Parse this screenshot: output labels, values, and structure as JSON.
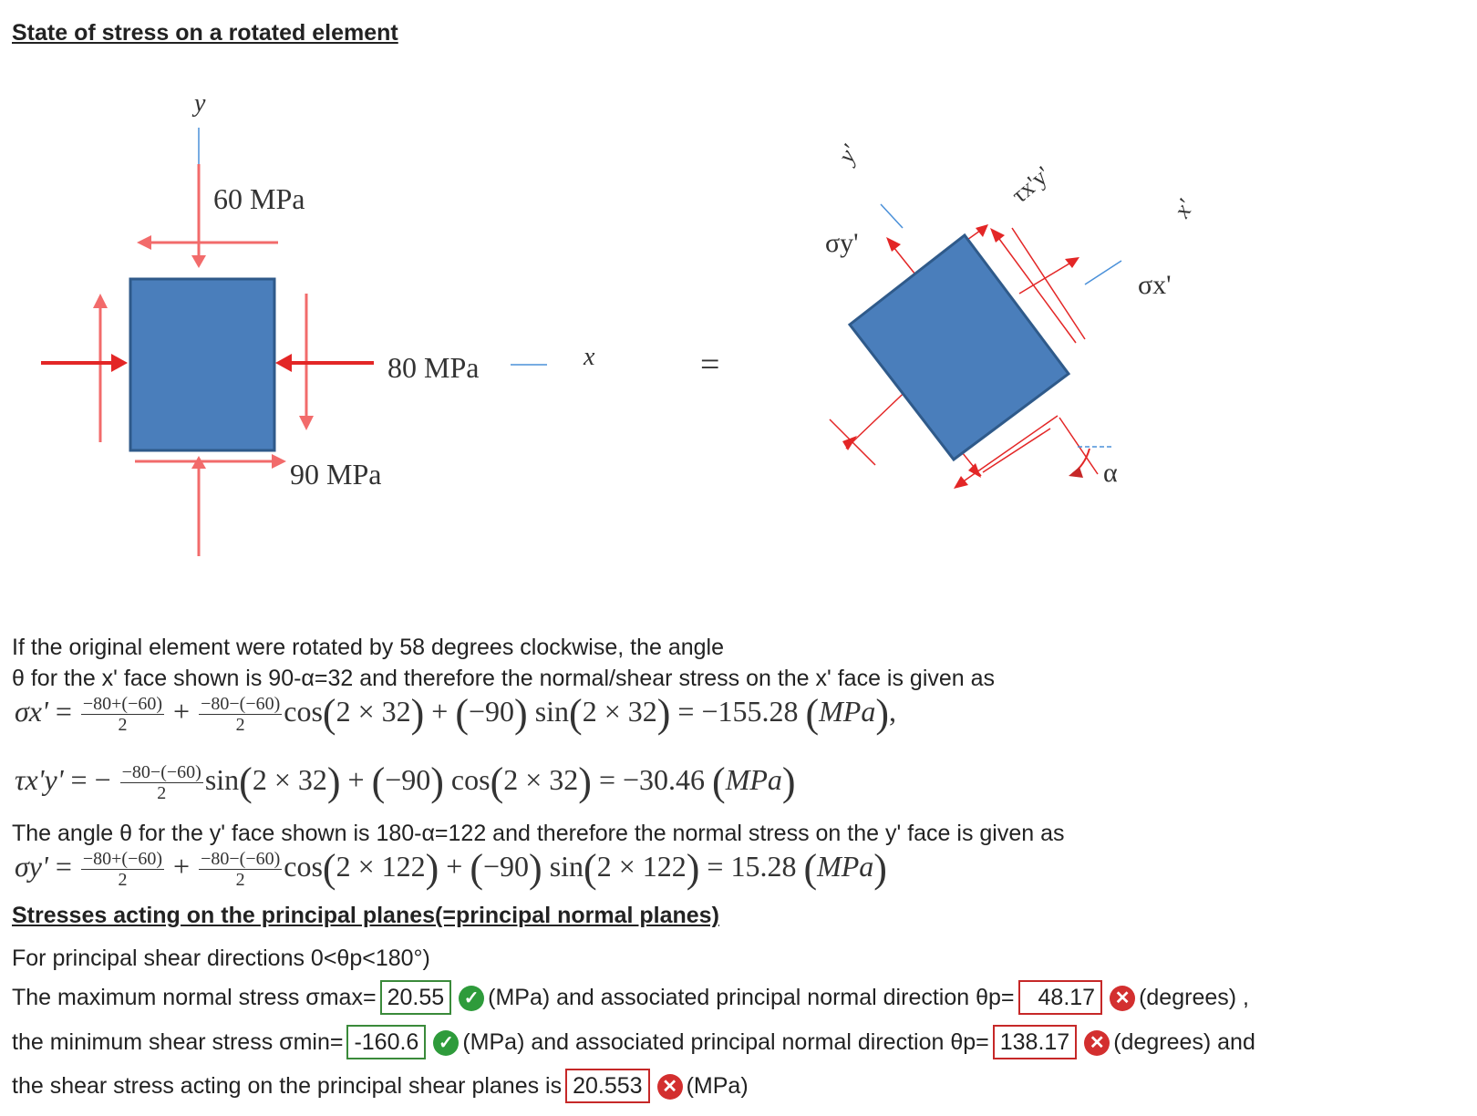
{
  "title": "State of stress on a rotated element",
  "diagram_left": {
    "y_axis": "y",
    "x_axis": "x",
    "label_60": "60 MPa",
    "label_80": "80 MPa",
    "label_90": "90 MPa"
  },
  "equals_sign": "=",
  "diagram_right": {
    "y_prime": "y'",
    "x_prime": "x'",
    "sigma_y": "σy'",
    "sigma_x": "σx'",
    "tau": "τx'y'",
    "alpha": "α"
  },
  "para1_line1": "If the original element were rotated by 58 degrees clockwise, the angle",
  "para1_line2": "θ for the x' face shown is 90-α=32 and therefore the normal/shear stress on the x' face is given as",
  "eq1": {
    "lhs": "σx'",
    "frac1_num": "−80+(−60)",
    "frac1_den": "2",
    "frac2_num": "−80−(−60)",
    "frac2_den": "2",
    "cos_arg": "2 × 32",
    "tau_val": "−90",
    "sin_arg": "2 × 32",
    "result": "= −155.28",
    "unit": "MPa"
  },
  "eq2": {
    "lhs": "τx'y'",
    "frac_num": "−80−(−60)",
    "frac_den": "2",
    "sin_arg": "2 × 32",
    "tau_val": "−90",
    "cos_arg": "2 × 32",
    "result": "= −30.46",
    "unit": "MPa"
  },
  "para2": "The angle θ for the y' face shown is 180-α=122 and therefore the normal stress on the y' face is given as",
  "eq3": {
    "lhs": "σy'",
    "frac1_num": "−80+(−60)",
    "frac1_den": "2",
    "frac2_num": "−80−(−60)",
    "frac2_den": "2",
    "cos_arg": "2 × 122",
    "tau_val": "−90",
    "sin_arg": "2 × 122",
    "result": "= 15.28",
    "unit": "MPa"
  },
  "subheading": "Stresses acting on the principal planes(=principal normal planes)",
  "range_line": "For principal shear directions 0<θp<180°)",
  "line_max": {
    "pre": "The maximum normal stress σmax=",
    "value": "20.55",
    "mid": "(MPa) and associated principal normal direction θp=",
    "angle": "48.17",
    "post": "(degrees) ,"
  },
  "line_min": {
    "pre": "the minimum shear stress σmin=",
    "value": "-160.6",
    "mid": "(MPa) and associated principal normal direction θp=",
    "angle": "138.17",
    "post": "(degrees) and"
  },
  "line_shear": {
    "pre": "the shear stress acting on the principal shear planes is",
    "value": "20.553",
    "post": "(MPa)"
  },
  "colors": {
    "element_fill": "#4a7ebb",
    "element_stroke": "#2f5a8a",
    "arrow_red": "#e32626",
    "arrow_pink": "#f26b6b",
    "axis_blue": "#4a90d9",
    "ok_green": "#2e9b3b",
    "bad_red": "#d32f2f"
  }
}
